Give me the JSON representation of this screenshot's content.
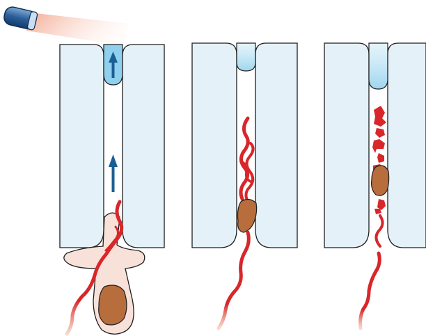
{
  "panels": [
    {
      "stage": "light-guide-applied-fluid-flowing-up"
    },
    {
      "stage": "hair-and-follicle-pulled-into-canal"
    },
    {
      "stage": "hair-fragmented-in-canal"
    }
  ],
  "colors": {
    "dentin": "#e4f1f8",
    "fluid": "#9fd6ef",
    "arrow": "#1a5f94",
    "hair": "#d8262a",
    "bulb": "#b86d3c",
    "follicle": "#f8e1d9",
    "outline": "#1e1e1e",
    "light_beam": "#f5b7a3"
  },
  "icons": [
    "light-guide-icon",
    "flow-arrow-icon"
  ]
}
